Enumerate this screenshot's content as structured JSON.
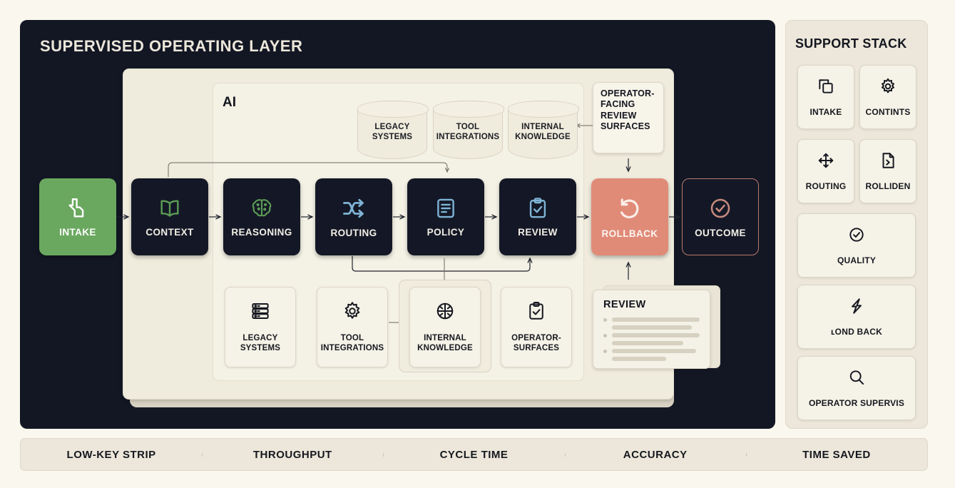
{
  "stage": {
    "title": "SUPERVISED OPERATING LAYER",
    "inner_panel_label": "AI",
    "bg_color": "#131724",
    "panel_color": "#efebdd"
  },
  "pipeline": {
    "nodes": [
      {
        "label": "INTAKE",
        "icon": "inbox-arrow-icon",
        "style": "green",
        "accent": "#ffffff"
      },
      {
        "label": "CONTEXT",
        "icon": "book-open-icon",
        "style": "dark",
        "accent": "#5c9b55"
      },
      {
        "label": "REASONING",
        "icon": "brain-icon",
        "style": "dark",
        "accent": "#5c9b55"
      },
      {
        "label": "ROUTING",
        "icon": "shuffle-icon",
        "style": "dark",
        "accent": "#7fb4d6"
      },
      {
        "label": "POLICY",
        "icon": "document-text-icon",
        "style": "dark",
        "accent": "#7fb4d6"
      },
      {
        "label": "REVIEW",
        "icon": "clipboard-check-icon",
        "style": "dark",
        "accent": "#7fb4d6"
      },
      {
        "label": "ROLLBACK",
        "icon": "undo-arrow-icon",
        "style": "salmon",
        "accent": "#fbeee9"
      },
      {
        "label": "OUTCOME",
        "icon": "check-circle-icon",
        "style": "outline",
        "accent": "#c58a7d"
      }
    ]
  },
  "datastores": [
    {
      "label": "LEGACY\nSYSTEMS"
    },
    {
      "label": "TOOL\nINTEGRATIONS"
    },
    {
      "label": "INTERNAL\nKNOWLEDGE"
    }
  ],
  "side_card": {
    "label": "OPERATOR-\nFACING\nREVIEW\nSURFACES"
  },
  "source_cards": [
    {
      "label": "LEGACY\nSYSTEMS",
      "icon": "server-icon"
    },
    {
      "label": "TOOL\nINTEGRATIONS",
      "icon": "gear-icon"
    },
    {
      "label": "INTERNAL\nKNOWLEDGE",
      "icon": "globe-icon"
    },
    {
      "label": "OPERATOR-\nSURFACES",
      "icon": "clipboard-check-icon"
    }
  ],
  "review_panel": {
    "title": "REVIEW",
    "rows": [
      {
        "bar": 132,
        "sub": 112
      },
      {
        "bar": 124,
        "sub": 100
      },
      {
        "bar": 118,
        "sub": 76
      }
    ]
  },
  "support_stack": {
    "title": "SUPPORT STACK",
    "tiles": [
      {
        "label": "INTAKE",
        "icon": "copy-icon",
        "size": "small"
      },
      {
        "label": "CONTINTS",
        "icon": "gear-icon",
        "size": "small"
      },
      {
        "label": "ROUTING",
        "icon": "move-arrows-icon",
        "size": "small"
      },
      {
        "label": "ROLLIDEN",
        "icon": "file-code-icon",
        "size": "small"
      },
      {
        "label": "QUALITY",
        "icon": "check-circle-icon",
        "size": "wide"
      },
      {
        "label": "ʟOND BACK",
        "icon": "bolt-icon",
        "size": "wide"
      },
      {
        "label": "OPERATOR SUPERVIS",
        "icon": "search-icon",
        "size": "wide"
      }
    ]
  },
  "metric_strip": {
    "cells": [
      "LOW-KEY STRIP",
      "THROUGHPUT",
      "CYCLE TIME",
      "ACCURACY",
      "TIME SAVED"
    ]
  }
}
